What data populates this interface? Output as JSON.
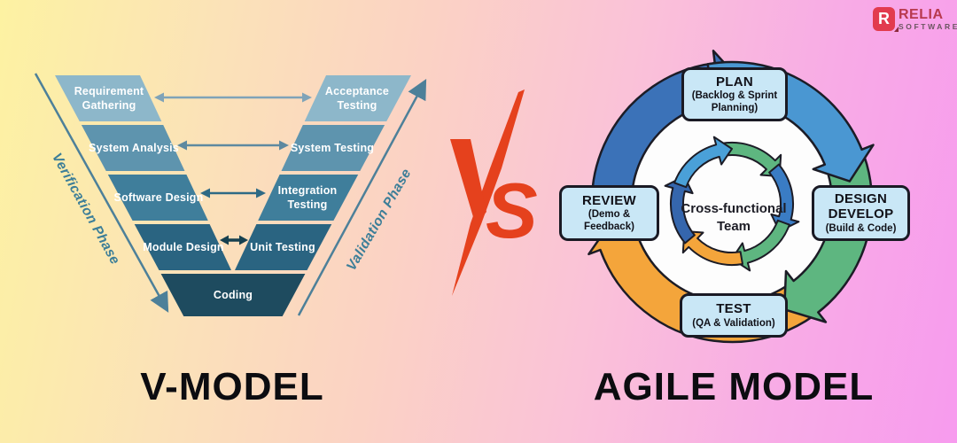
{
  "titles": {
    "left": "V-MODEL",
    "right": "AGILE MODEL"
  },
  "vs": {
    "label": "VS",
    "s_glyph": "S"
  },
  "logo": {
    "brand": "RELIA",
    "sub": "SOFTWARE"
  },
  "vmodel": {
    "left_steps": [
      "Requirement Gathering",
      "System Analysis",
      "Software Design",
      "Module Design"
    ],
    "right_steps": [
      "Acceptance Testing",
      "System Testing",
      "Integration Testing",
      "Unit Testing"
    ],
    "bottom_step": "Coding",
    "left_axis": "Verification Phase",
    "right_axis": "Validation Phase"
  },
  "agile": {
    "center": "Cross-functional Team",
    "nodes": [
      {
        "title": "PLAN",
        "subtitle": "(Backlog & Sprint Planning)"
      },
      {
        "title": "DESIGN DEVELOP",
        "subtitle": "(Build & Code)"
      },
      {
        "title": "TEST",
        "subtitle": "(QA & Validation)"
      },
      {
        "title": "REVIEW",
        "subtitle": "(Demo & Feedback)"
      }
    ]
  },
  "colors": {
    "vs_red": "#e5411d",
    "step_shades": [
      "#8db7ca",
      "#5e94ae",
      "#3f7e9b",
      "#2a6481",
      "#1e4b5f"
    ],
    "ring": {
      "dark_blue": "#3b72b8",
      "blue": "#4a97d2",
      "green": "#5eb680",
      "orange": "#f4a53b"
    },
    "agile_box_fill": "#c9e7f6",
    "axis_teal": "#3c7e98"
  }
}
